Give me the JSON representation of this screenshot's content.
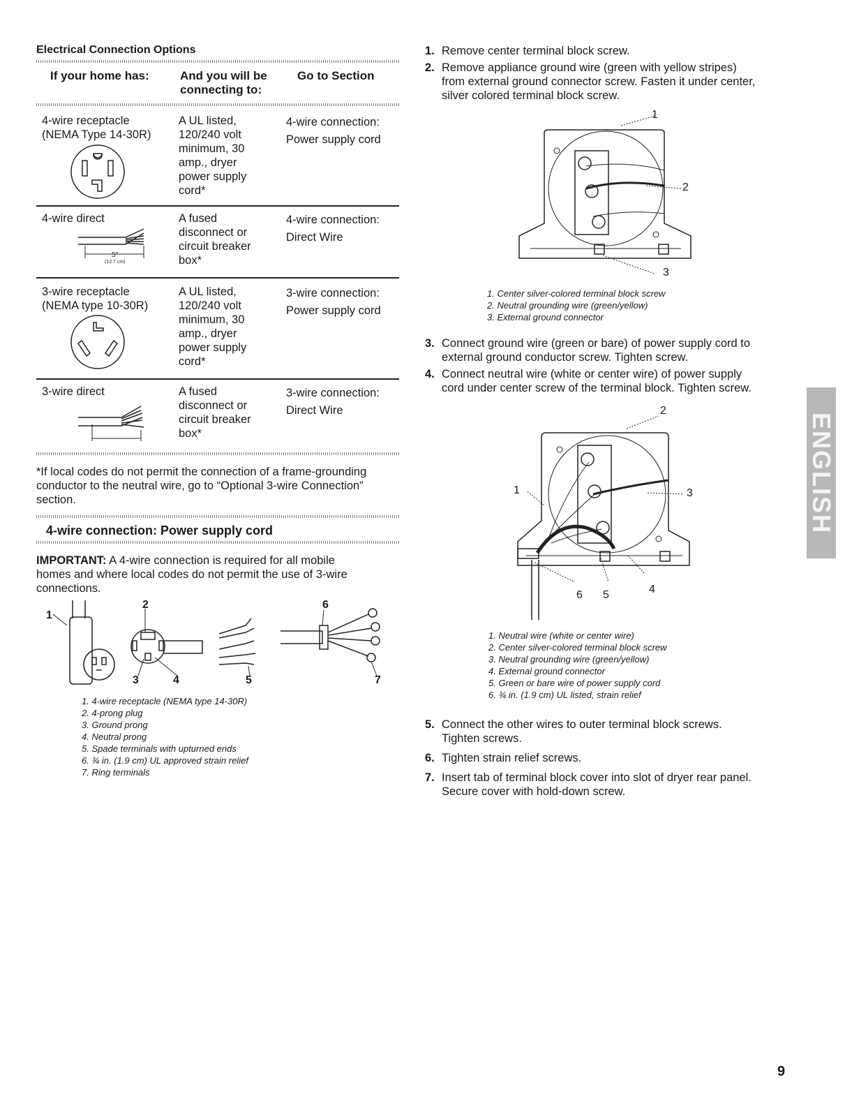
{
  "left": {
    "section_title": "Electrical Connection Options",
    "table": {
      "headers": [
        "If your home has:",
        "And you will be",
        "connecting to:",
        "Go to Section"
      ],
      "rows": [
        {
          "home": [
            "4-wire receptacle",
            "(NEMA Type 14-30R)"
          ],
          "connect": [
            "A UL listed,",
            "120/240 volt",
            "minimum, 30",
            "amp., dryer",
            "power supply",
            "cord*"
          ],
          "section": [
            "4-wire connection:",
            "Power supply cord"
          ]
        },
        {
          "home": [
            "4-wire direct"
          ],
          "connect": [
            "A fused",
            "disconnect or",
            "circuit breaker",
            "box*"
          ],
          "section": [
            "4-wire connection:",
            "Direct Wire"
          ],
          "fig_label": "5\"",
          "fig_sublabel": "(12.7 cm)"
        },
        {
          "home": [
            "3-wire receptacle",
            "(NEMA type 10-30R)"
          ],
          "connect": [
            "A UL listed,",
            "120/240 volt",
            "minimum, 30",
            "amp., dryer",
            "power supply",
            "cord*"
          ],
          "section": [
            "3-wire connection:",
            "Power supply cord"
          ]
        },
        {
          "home": [
            "3-wire direct"
          ],
          "connect": [
            "A fused",
            "disconnect or",
            "circuit breaker",
            "box*"
          ],
          "section": [
            "3-wire connection:",
            "Direct Wire"
          ]
        }
      ]
    },
    "footnote": [
      "*If local codes do not permit the connection of a frame-grounding",
      "conductor to the neutral wire, go to “Optional 3-wire Connection”",
      "section."
    ],
    "subsection_title": "4-wire connection: Power supply cord",
    "important_label": "IMPORTANT:",
    "important_text": [
      " A 4-wire connection is required for all mobile",
      "homes and where local codes do not permit the use of 3-wire",
      "connections."
    ],
    "figure_numbers": [
      "1",
      "2",
      "3",
      "4",
      "5",
      "6",
      "7"
    ],
    "captions": [
      "1. 4-wire receptacle (NEMA type 14-30R)",
      "2. 4-prong plug",
      "3. Ground prong",
      "4. Neutral prong",
      "5. Spade terminals with upturned ends",
      "6. ¾ in. (1.9 cm) UL approved strain relief",
      "7. Ring terminals"
    ]
  },
  "right": {
    "steps_a": [
      {
        "num": "1.",
        "lines": [
          "Remove center terminal block screw."
        ]
      },
      {
        "num": "2.",
        "lines": [
          "Remove appliance ground wire (green with yellow stripes)",
          "from external ground connector screw. Fasten it under center,",
          "silver colored terminal block screw."
        ]
      }
    ],
    "fig1_callouts": [
      "1",
      "2",
      "3"
    ],
    "fig1_captions": [
      "1. Center silver-colored terminal block screw",
      "2. Neutral grounding wire (green/yellow)",
      "3. External ground connector"
    ],
    "steps_b": [
      {
        "num": "3.",
        "lines": [
          "Connect ground wire (green or bare) of power supply cord to",
          "external ground conductor screw. Tighten screw."
        ]
      },
      {
        "num": "4.",
        "lines": [
          "Connect neutral wire (white or center wire) of power supply",
          "cord under center screw of the terminal block. Tighten screw."
        ]
      }
    ],
    "fig2_callouts": [
      "2",
      "1",
      "3",
      "6",
      "5",
      "4"
    ],
    "fig2_captions": [
      "1. Neutral wire (white or center wire)",
      "2. Center silver-colored terminal block screw",
      "3. Neutral grounding wire (green/yellow)",
      "4. External ground connector",
      "5. Green or bare wire of power supply cord",
      "6. ¾ in. (1.9 cm) UL listed, strain relief"
    ],
    "steps_c": [
      {
        "num": "5.",
        "lines": [
          "Connect the other wires to outer terminal block screws.",
          "Tighten screws."
        ]
      },
      {
        "num": "6.",
        "lines": [
          "Tighten strain relief screws."
        ]
      },
      {
        "num": "7.",
        "lines": [
          "Insert tab of terminal block cover into slot of dryer rear panel.",
          "Secure cover with hold-down screw."
        ]
      }
    ]
  },
  "side_tab": "ENGLISH",
  "page_number": "9"
}
